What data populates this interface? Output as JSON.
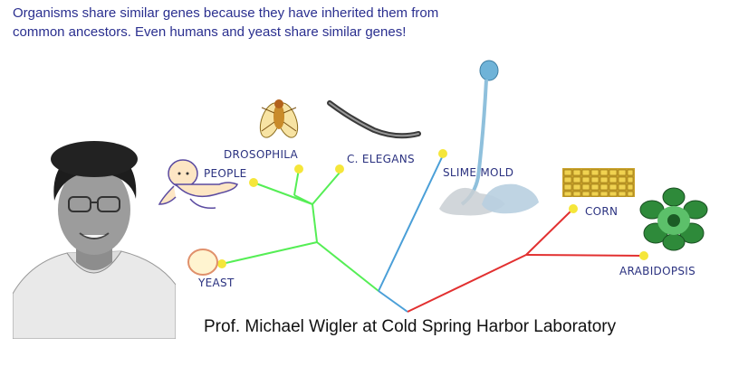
{
  "intro": {
    "line1": "Organisms share similar genes because they have inherited them from",
    "line2": "common ancestors.  Even humans and yeast share similar genes!"
  },
  "labels": {
    "people": "PEOPLE",
    "drosophila": "DROSOPHILA",
    "c_elegans": "C. ELEGANS",
    "slime_mold": "SLIME MOLD",
    "corn": "CORN",
    "arabidopsis": "ARABIDOPSIS",
    "yeast": "YEAST"
  },
  "caption": "Prof. Michael Wigler at Cold Spring Harbor Laboratory",
  "colors": {
    "animal_branch": "#55ee55",
    "slime_branch": "#4a9fd8",
    "plant_branch": "#e23030",
    "node_dot": "#f5e63a",
    "label_text": "#2b3280",
    "intro_text": "#2a2f8f"
  },
  "icons": {
    "portrait": "man-portrait",
    "baby": "baby-icon",
    "fly": "fruit-fly-icon",
    "worm": "worm-icon",
    "slime_mold": "slime-mold-icon",
    "corn": "corn-icon",
    "plant": "arabidopsis-plant-icon",
    "yeast": "yeast-cell-icon"
  }
}
